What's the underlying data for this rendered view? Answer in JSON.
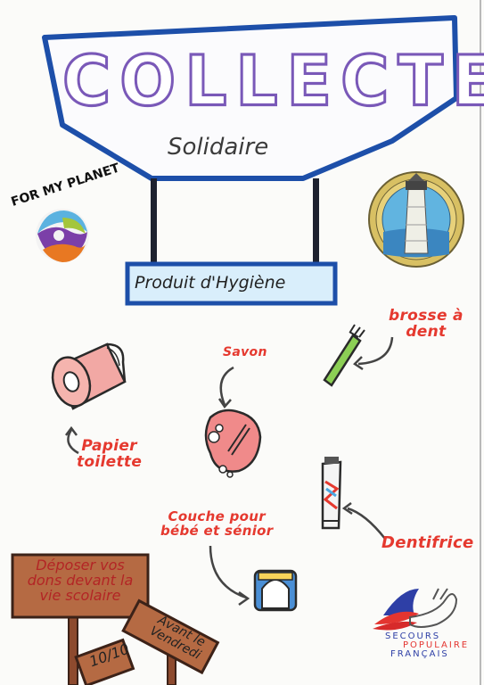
{
  "poster": {
    "title": "COLLECTE",
    "subtitle": "Solidaire",
    "banner": "Produit d'Hygiène"
  },
  "logo_for_my_planet": {
    "text": "FOR MY PLANET"
  },
  "seal": {
    "icon": "lighthouse-seal-icon"
  },
  "items": [
    {
      "label": "Papier\ntoilette",
      "icon": "toilet-paper-icon"
    },
    {
      "label": "Savon",
      "icon": "soap-icon"
    },
    {
      "label": "brosse à\ndent",
      "icon": "toothbrush-icon"
    },
    {
      "label": "Dentifrice",
      "icon": "toothpaste-icon"
    },
    {
      "label": "Couche pour\nbébé et sénior",
      "icon": "diaper-icon"
    }
  ],
  "signs": {
    "main": "Déposer vos\ndons devant la\nvie scolaire",
    "date": "10/10",
    "day": "Avant le\nVendredi"
  },
  "secours": {
    "line1": "SECOURS",
    "line2": "POPULAIRE",
    "line3": "FRANÇAIS"
  },
  "colors": {
    "frame_blue": "#1d4fa9",
    "label_red": "#e5392f",
    "title_outline_purple": "#7a59b8",
    "title_outline_cyan": "#2fb6d8",
    "sign_brown": "#a35a3a"
  }
}
